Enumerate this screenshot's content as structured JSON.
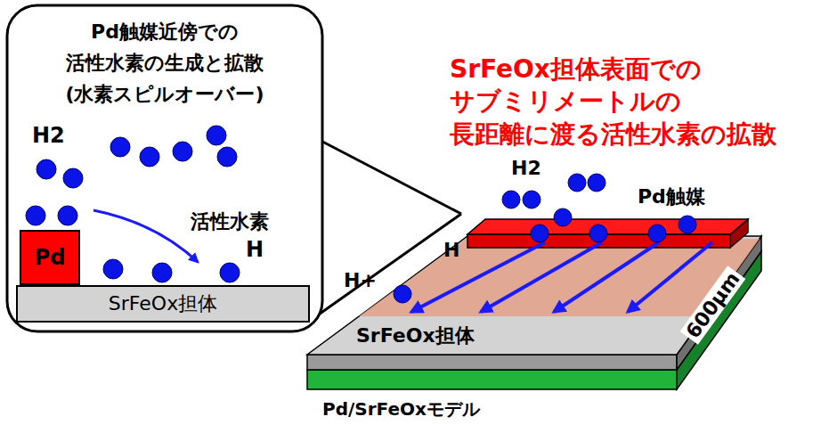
{
  "diagram": {
    "title": "SrFeOx担体表面での サブミリメートルの 長距離に渡る活性水素の拡散",
    "caption": "Pd/SrFeOxモデル",
    "nodes": [
      {
        "text": [
          "Pd触媒近傍での 活性水素の生成と拡散 (水素スピルオーバー)"
        ]
      },
      {
        "text": [
          "Pd"
        ],
        "in": 0
      },
      {
        "text": [
          "SrFeOx担体"
        ],
        "in": 0
      }
    ],
    "labels": [
      "H2",
      "活性水素",
      "H",
      "H2",
      "Pd触媒",
      "H",
      "H+",
      "SrFeOx担体",
      "600μm"
    ]
  }
}
